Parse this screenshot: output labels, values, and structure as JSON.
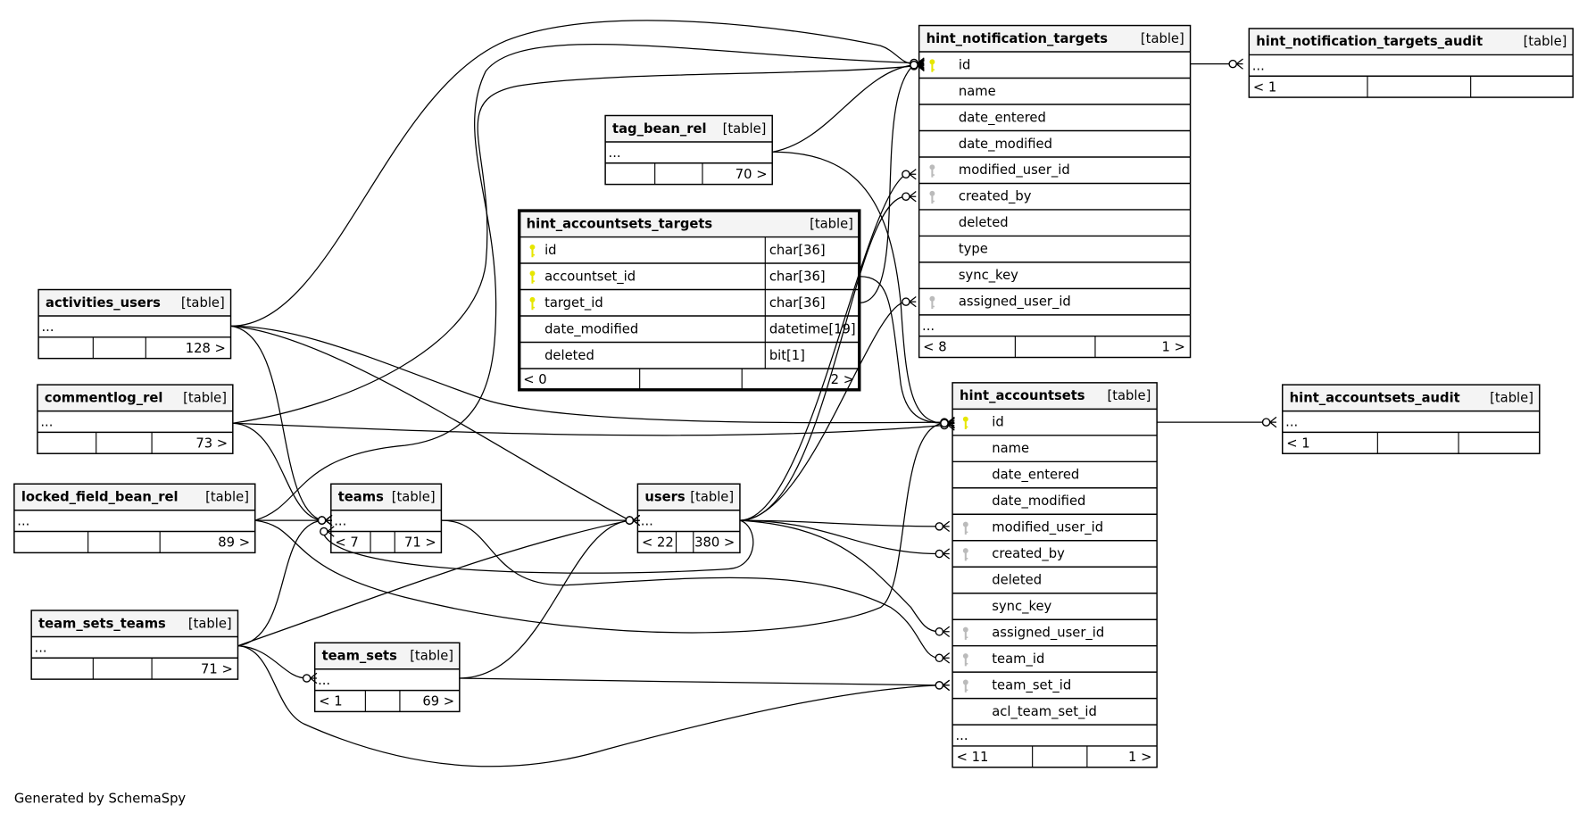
{
  "footer_text": "Generated by SchemaSpy",
  "colors": {
    "pk_key": "#e6e600",
    "fk_key": "#bbbbbb",
    "header_bg": "#f4f4f4",
    "line": "#000000"
  },
  "tables": [
    {
      "name": "hint_notification_targets",
      "label": "[table]",
      "focus": false,
      "columns": [
        {
          "name": "id",
          "key": "pk"
        },
        {
          "name": "name"
        },
        {
          "name": "date_entered"
        },
        {
          "name": "date_modified"
        },
        {
          "name": "modified_user_id",
          "key": "fk"
        },
        {
          "name": "created_by",
          "key": "fk"
        },
        {
          "name": "deleted"
        },
        {
          "name": "type"
        },
        {
          "name": "sync_key"
        },
        {
          "name": "assigned_user_id",
          "key": "fk"
        }
      ],
      "ellipsis": "...",
      "footer": {
        "left": "< 8",
        "right": "1 >"
      }
    },
    {
      "name": "hint_notification_targets_audit",
      "label": "[table]",
      "focus": false,
      "columns": [],
      "ellipsis": "...",
      "footer": {
        "left": "< 1",
        "right": ""
      }
    },
    {
      "name": "tag_bean_rel",
      "label": "[table]",
      "focus": false,
      "columns": [],
      "ellipsis": "...",
      "footer": {
        "left": "",
        "right": "70 >"
      }
    },
    {
      "name": "hint_accountsets_targets",
      "label": "[table]",
      "focus": true,
      "columns": [
        {
          "name": "id",
          "key": "pk",
          "type": "char[36]"
        },
        {
          "name": "accountset_id",
          "key": "pk",
          "type": "char[36]"
        },
        {
          "name": "target_id",
          "key": "pk",
          "type": "char[36]"
        },
        {
          "name": "date_modified",
          "type": "datetime[19]"
        },
        {
          "name": "deleted",
          "type": "bit[1]"
        }
      ],
      "ellipsis": null,
      "footer": {
        "left": "< 0",
        "right": "2 >"
      }
    },
    {
      "name": "activities_users",
      "label": "[table]",
      "focus": false,
      "columns": [],
      "ellipsis": "...",
      "footer": {
        "left": "",
        "right": "128 >"
      }
    },
    {
      "name": "commentlog_rel",
      "label": "[table]",
      "focus": false,
      "columns": [],
      "ellipsis": "...",
      "footer": {
        "left": "",
        "right": "73 >"
      }
    },
    {
      "name": "locked_field_bean_rel",
      "label": "[table]",
      "focus": false,
      "columns": [],
      "ellipsis": "...",
      "footer": {
        "left": "",
        "right": "89 >"
      }
    },
    {
      "name": "teams",
      "label": "[table]",
      "focus": false,
      "columns": [],
      "ellipsis": "...",
      "footer": {
        "left": "< 7",
        "right": "71 >"
      }
    },
    {
      "name": "users",
      "label": "[table]",
      "focus": false,
      "columns": [],
      "ellipsis": "...",
      "footer": {
        "left": "< 22",
        "right": "380 >"
      }
    },
    {
      "name": "team_sets_teams",
      "label": "[table]",
      "focus": false,
      "columns": [],
      "ellipsis": "...",
      "footer": {
        "left": "",
        "right": "71 >"
      }
    },
    {
      "name": "team_sets",
      "label": "[table]",
      "focus": false,
      "columns": [],
      "ellipsis": "...",
      "footer": {
        "left": "< 1",
        "right": "69 >"
      }
    },
    {
      "name": "hint_accountsets",
      "label": "[table]",
      "focus": false,
      "columns": [
        {
          "name": "id",
          "key": "pk"
        },
        {
          "name": "name"
        },
        {
          "name": "date_entered"
        },
        {
          "name": "date_modified"
        },
        {
          "name": "modified_user_id",
          "key": "fk"
        },
        {
          "name": "created_by",
          "key": "fk"
        },
        {
          "name": "deleted"
        },
        {
          "name": "sync_key"
        },
        {
          "name": "assigned_user_id",
          "key": "fk"
        },
        {
          "name": "team_id",
          "key": "fk"
        },
        {
          "name": "team_set_id",
          "key": "fk"
        },
        {
          "name": "acl_team_set_id"
        }
      ],
      "ellipsis": "...",
      "footer": {
        "left": "< 11",
        "right": "1 >"
      }
    },
    {
      "name": "hint_accountsets_audit",
      "label": "[table]",
      "focus": false,
      "columns": [],
      "ellipsis": "...",
      "footer": {
        "left": "< 1",
        "right": ""
      }
    }
  ]
}
